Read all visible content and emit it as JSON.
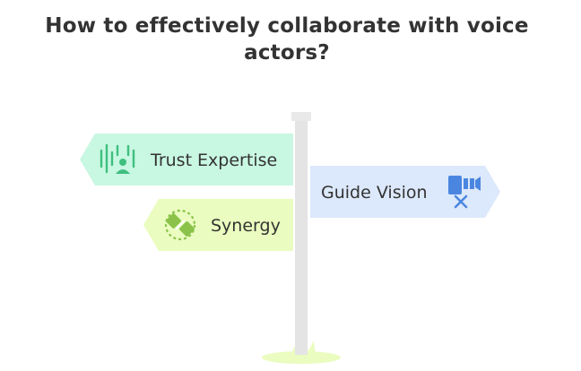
{
  "title": {
    "line1": "How to effectively collaborate with voice",
    "line2": "actors?"
  },
  "signs": [
    {
      "label": "Trust Expertise",
      "icon": "voice-wave-person-icon",
      "color": "#c8f7e2",
      "icon_color": "#3fbf7f"
    },
    {
      "label": "Guide Vision",
      "icon": "camera-cross-icon",
      "color": "#dce8fb",
      "icon_color": "#4a86e0"
    },
    {
      "label": "Synergy",
      "icon": "connected-puzzle-icon",
      "color": "#eafcbf",
      "icon_color": "#8bc34a"
    }
  ],
  "colors": {
    "pole": "#e4e4e4",
    "grass": "#eafcbf",
    "text": "#333333"
  }
}
